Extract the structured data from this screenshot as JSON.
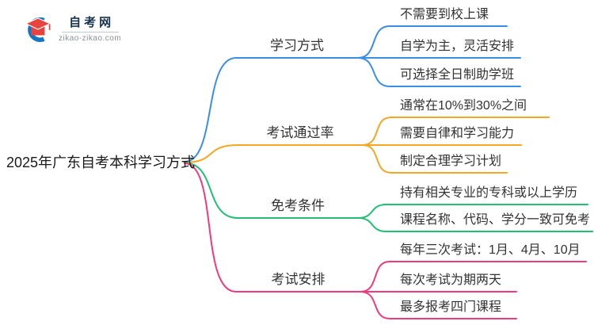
{
  "logo": {
    "site_name": "自考网",
    "site_url": "zikao-zikao.com",
    "icon_blue": "#1577C2",
    "icon_red": "#E8433F"
  },
  "mindmap": {
    "root": {
      "label": "2025年广东自考本科学习方式"
    },
    "branches": [
      {
        "label": "学习方式",
        "color": "#3A8EE6",
        "children": [
          "不需要到校上课",
          "自学为主，灵活安排",
          "可选择全日制助学班"
        ]
      },
      {
        "label": "考试通过率",
        "color": "#F5A623",
        "children": [
          "通常在10%到30%之间",
          "需要自律和学习能力",
          "制定合理学习计划"
        ]
      },
      {
        "label": "免考条件",
        "color": "#21BF73",
        "children": [
          "持有相关专业的专科或以上学历",
          "课程名称、代码、学分一致可免考"
        ]
      },
      {
        "label": "考试安排",
        "color": "#F03A80",
        "children": [
          "每年三次考试：1月、4月、10月",
          "每次考试为期两天",
          "最多报考四门课程"
        ]
      }
    ]
  }
}
